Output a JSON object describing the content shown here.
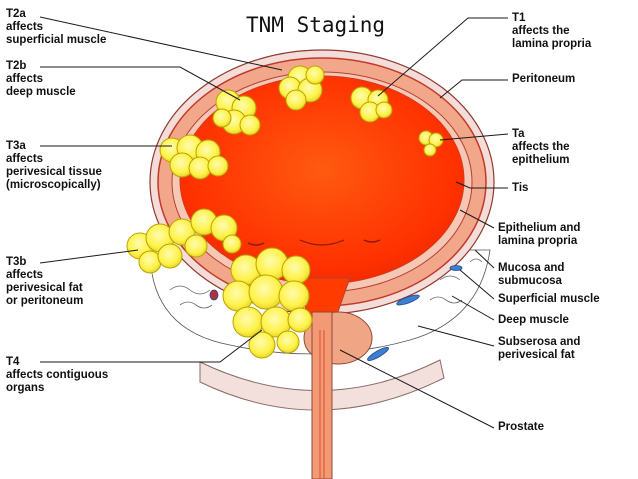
{
  "title": "TNM Staging",
  "left_labels": {
    "t2a": [
      "T2a",
      "affects",
      "superficial muscle"
    ],
    "t2b": [
      "T2b",
      "affects",
      "deep muscle"
    ],
    "t3a": [
      "T3a",
      "affects",
      "perivesical tissue",
      "(microscopically)"
    ],
    "t3b": [
      "T3b",
      "affects",
      "perivesical fat",
      "or peritoneum"
    ],
    "t4": [
      "T4",
      "affects contiguous",
      "organs"
    ]
  },
  "right_labels": {
    "t1": [
      "T1",
      "affects the",
      "lamina propria"
    ],
    "peritoneum": [
      "Peritoneum"
    ],
    "ta": [
      "Ta",
      "affects the",
      "epithelium"
    ],
    "tis": [
      "Tis"
    ],
    "epithelium_lamina": [
      "Epithelium and",
      "lamina propria"
    ],
    "mucosa_submucosa": [
      "Mucosa and",
      "submucosa"
    ],
    "superficial_muscle": [
      "Superficial muscle"
    ],
    "deep_muscle": [
      "Deep muscle"
    ],
    "subserosa": [
      "Subserosa and",
      "perivesical fat"
    ],
    "prostate": [
      "Prostate"
    ]
  },
  "colors": {
    "bladder_lumen": "#ff3b00",
    "bladder_wall": "#f2a98a",
    "wall_outline": "#c0392b",
    "tumor": "#fff34a",
    "tumor_outline": "#b8a400",
    "peritoneum_fat": "#f2ddd6",
    "prostate": "#f0a585",
    "vessel": "#3c7fd0"
  }
}
